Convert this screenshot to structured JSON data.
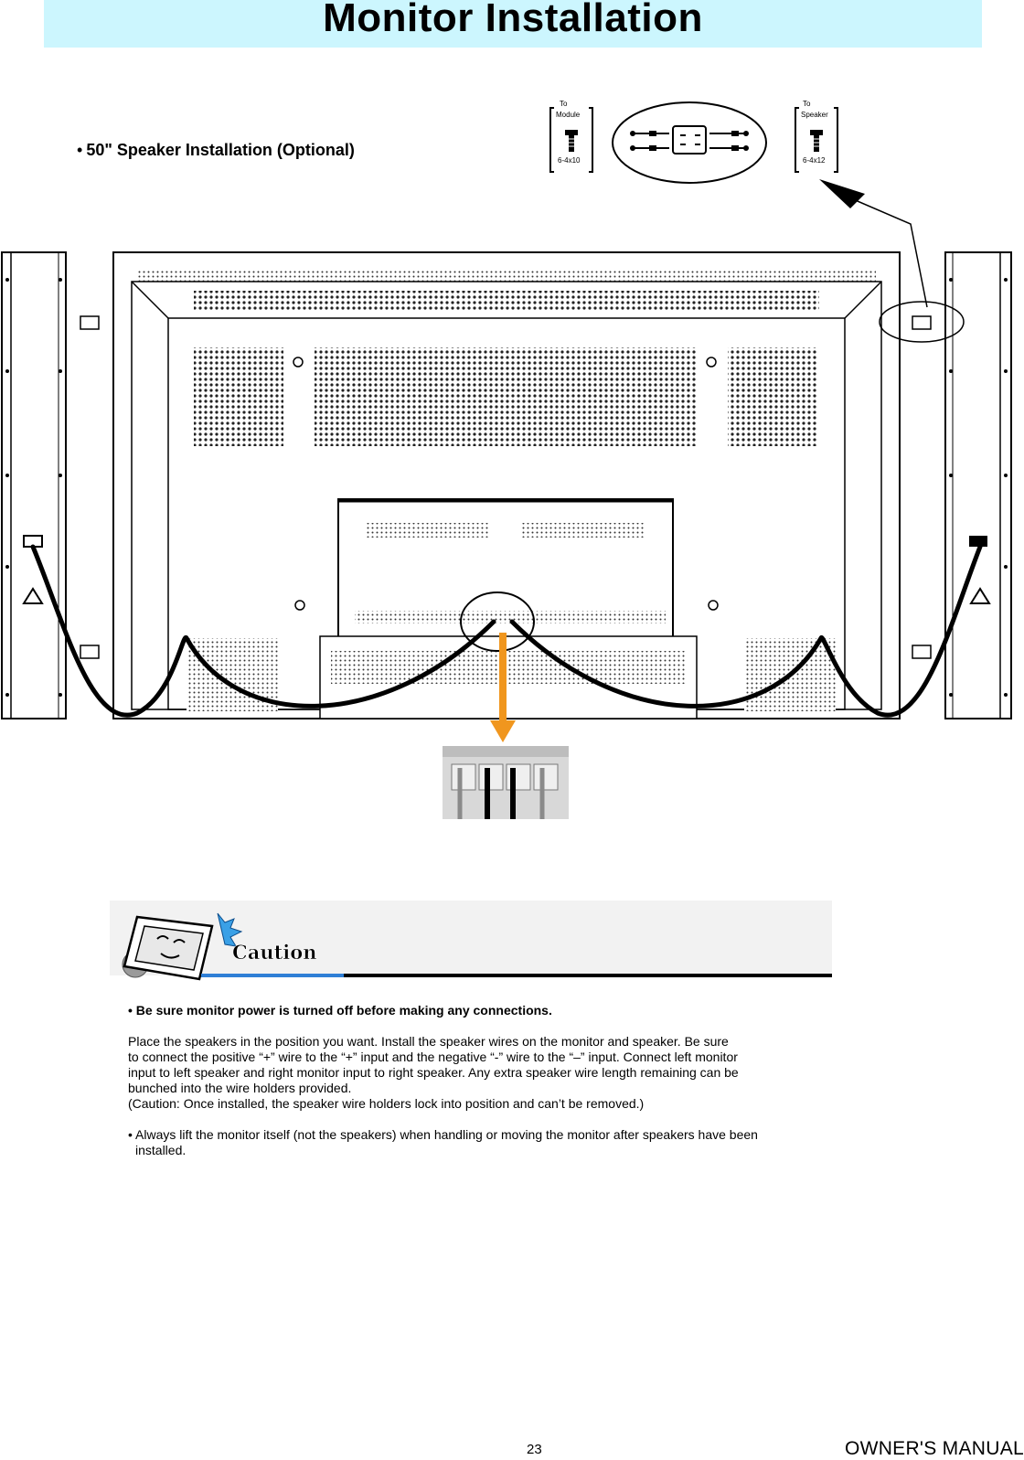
{
  "header": {
    "title": "Monitor Installation"
  },
  "section": {
    "bullet": "•",
    "heading": "50\" Speaker Installation (Optional)"
  },
  "diagram": {
    "to_module_label": [
      "To",
      "Module"
    ],
    "to_speaker_label": [
      "To",
      "Speaker"
    ],
    "screw_module_label": "6-4x10",
    "screw_speaker_label": "6-4x12"
  },
  "caution": {
    "banner_label": "Caution",
    "warning": "• Be sure monitor power is turned off before making any connections.",
    "paragraph_lines": [
      "Place the speakers in the position you want. Install the speaker wires on the monitor and speaker. Be   sure",
      "to connect the positive “+” wire to the “+” input and the negative “-” wire to the “–” input. Connect left monitor",
      "input to left speaker and right monitor input to right speaker. Any extra speaker wire length remaining can be",
      "bunched into the wire holders provided.",
      "(Caution: Once installed, the speaker wire holders lock into position and can’t be removed.)"
    ],
    "note": "• Always lift the monitor itself (not the speakers) when handling or moving the monitor after speakers have been installed."
  },
  "footer": {
    "page_number": "23",
    "manual_label": "OWNER'S MANUAL"
  },
  "colors": {
    "title_bar": "#ccf6fe",
    "arrow": "#f0961e",
    "caution_line_blue": "#2f7fd6"
  }
}
